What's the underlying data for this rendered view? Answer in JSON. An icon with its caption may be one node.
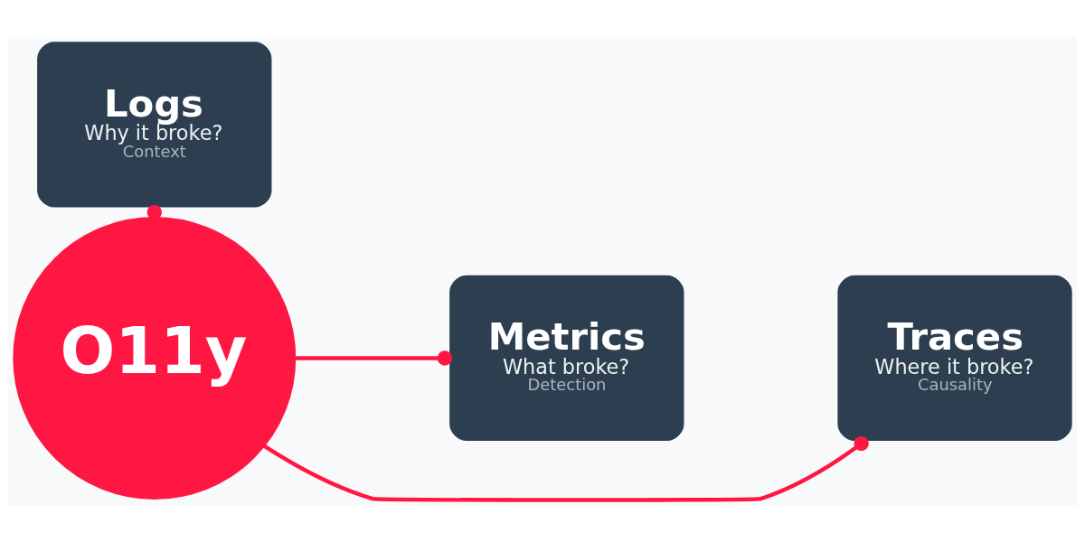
{
  "diagram": {
    "nodes": [
      {
        "text": [
          "Logs",
          "Why it broke?",
          "Context"
        ]
      },
      {
        "text": [
          "Metrics",
          "What broke?",
          "Detection"
        ]
      },
      {
        "text": [
          "O11y"
        ]
      },
      {
        "text": [
          "Traces",
          "Where it broke?",
          "Causality"
        ]
      }
    ],
    "edges": [
      {
        "from": 2,
        "to": 0,
        "arrow": "other"
      },
      {
        "from": 2,
        "to": 1,
        "arrow": "other"
      },
      {
        "from": 2,
        "to": 3,
        "arrow": "other"
      }
    ]
  }
}
